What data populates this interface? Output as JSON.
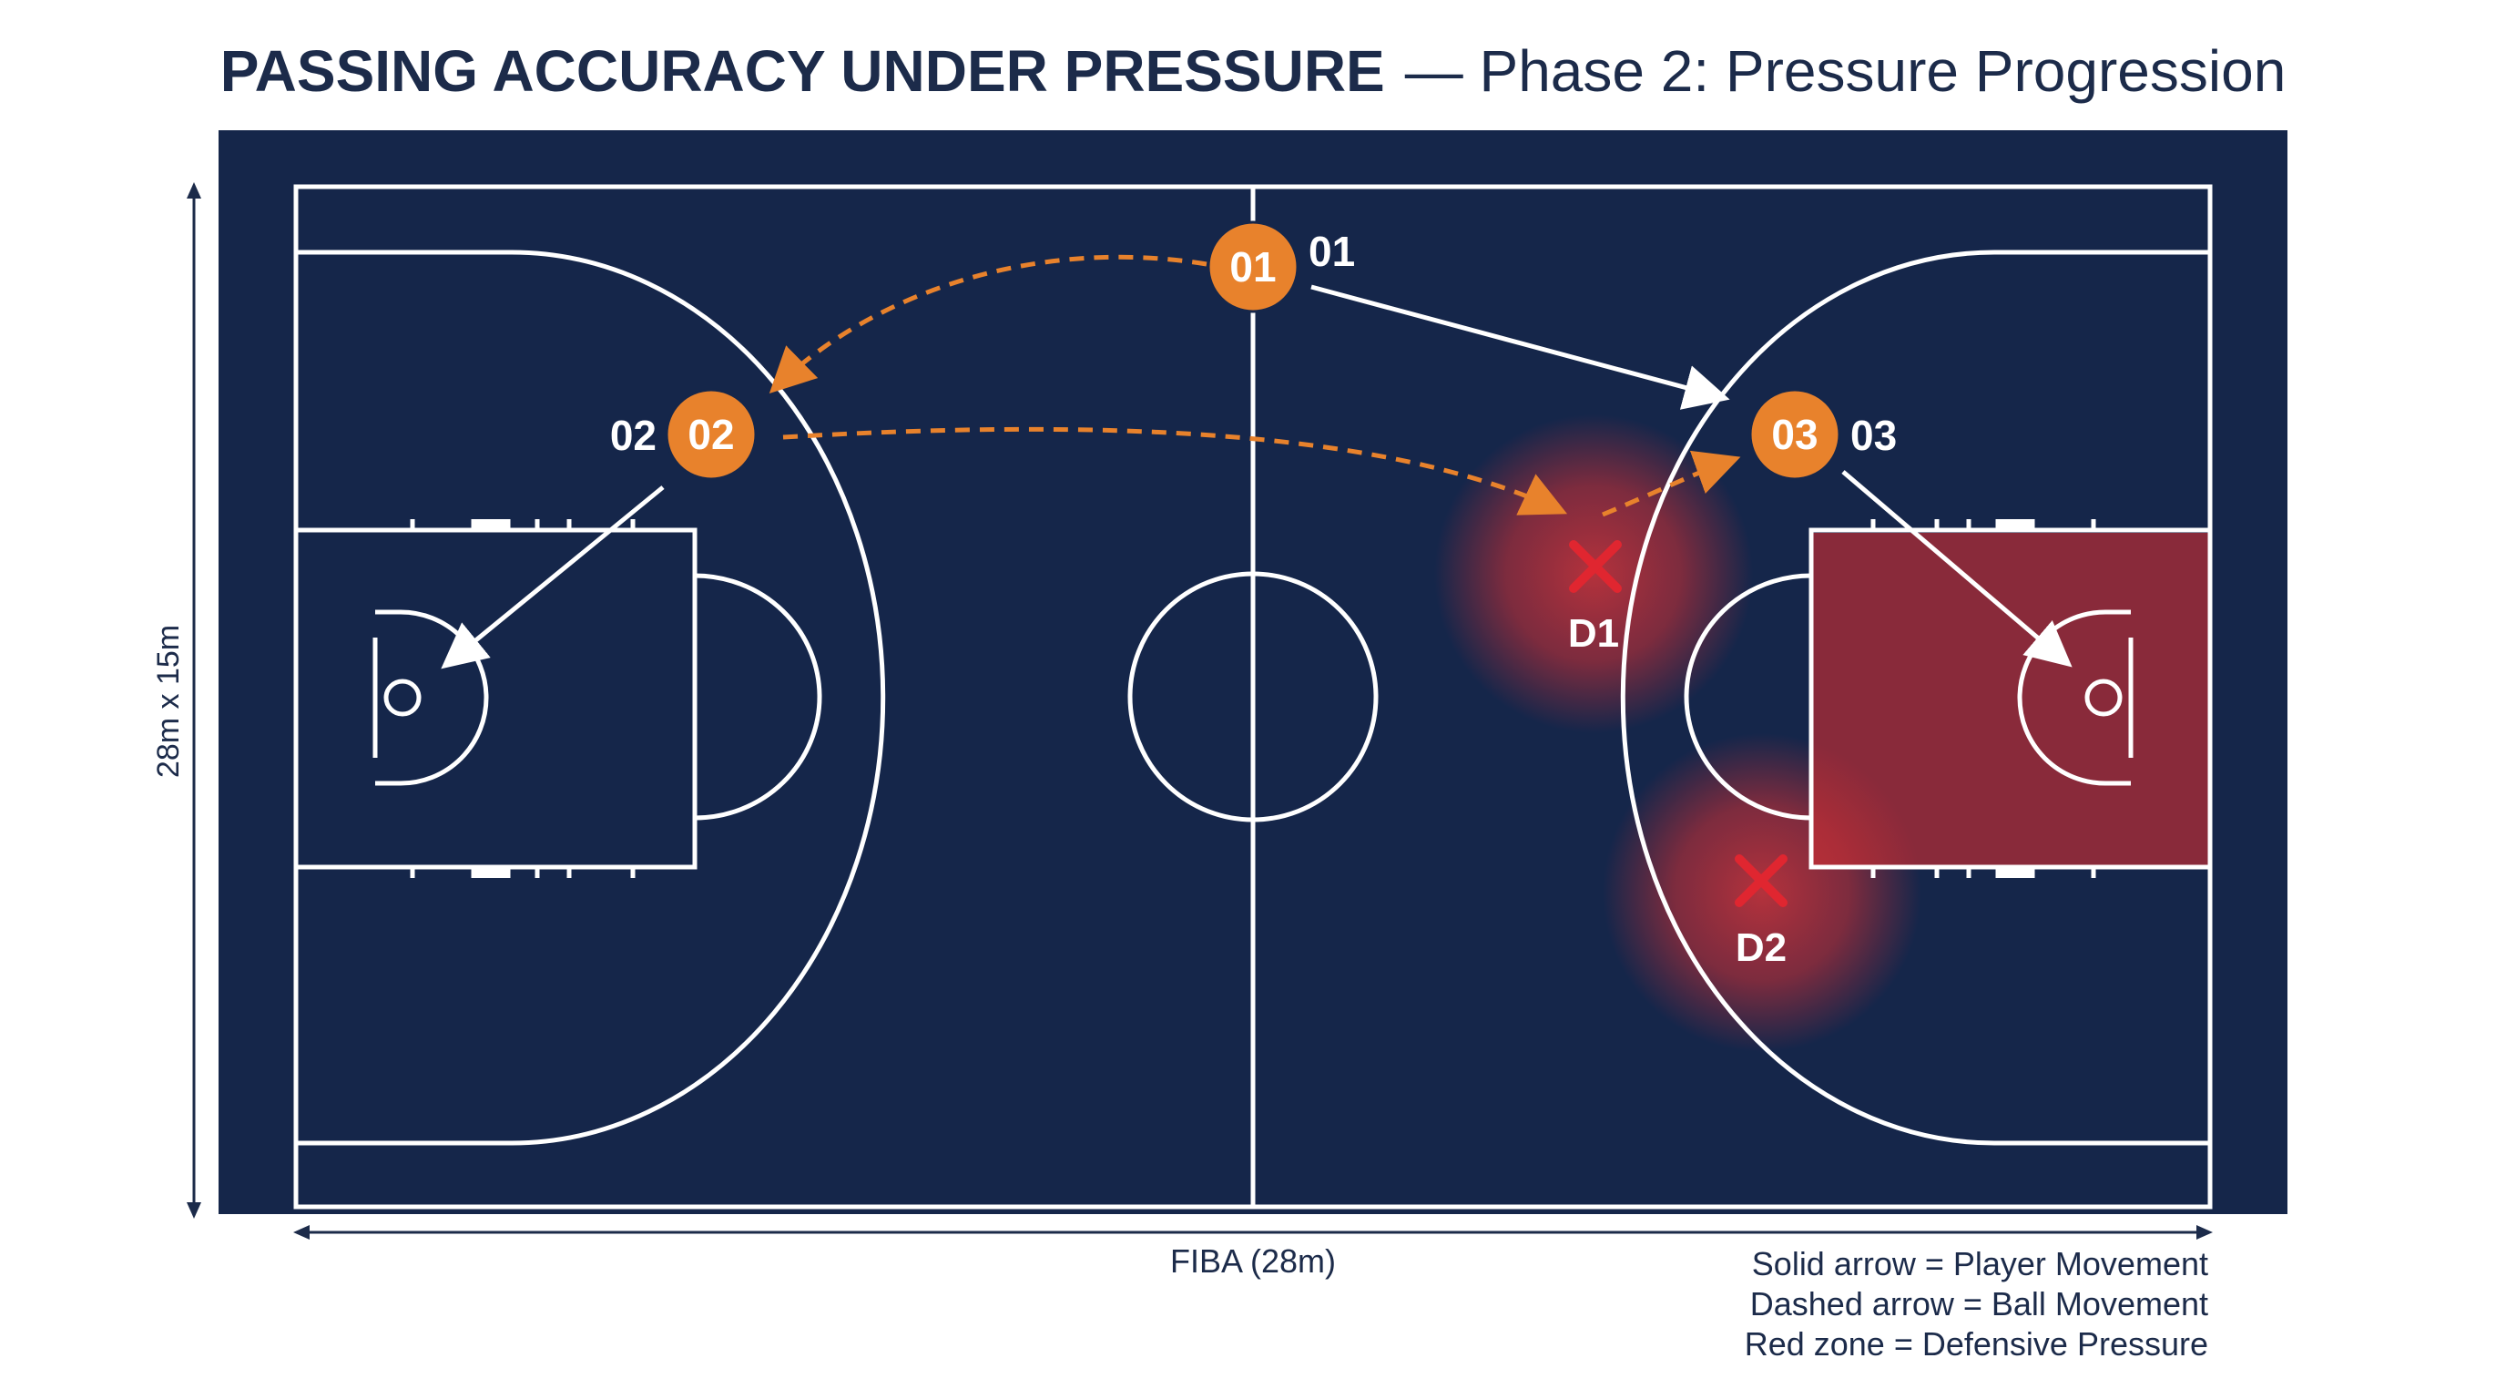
{
  "title": {
    "bold": "PASSING ACCURACY UNDER PRESSURE",
    "rest": "— Phase 2: Pressure Progression"
  },
  "dimension_vertical": "28m x 15m",
  "dimension_horizontal": "FIBA (28m)",
  "offense": [
    {
      "id": "O1",
      "label": "01",
      "tag": "01"
    },
    {
      "id": "O2",
      "label": "02",
      "tag": "02"
    },
    {
      "id": "O3",
      "label": "03",
      "tag": "03"
    }
  ],
  "defense": [
    {
      "id": "D1",
      "label": "D1"
    },
    {
      "id": "D2",
      "label": "D2"
    }
  ],
  "legend": [
    "Solid arrow = Player Movement",
    "Dashed arrow = Ball Movement",
    "Red zone = Defensive Pressure"
  ],
  "colors": {
    "court": "#15264a",
    "lines": "#ffffff",
    "offense": "#e8822c",
    "defense": "#e02630",
    "pressure": "#c42d34",
    "title": "#1c2b4a"
  }
}
